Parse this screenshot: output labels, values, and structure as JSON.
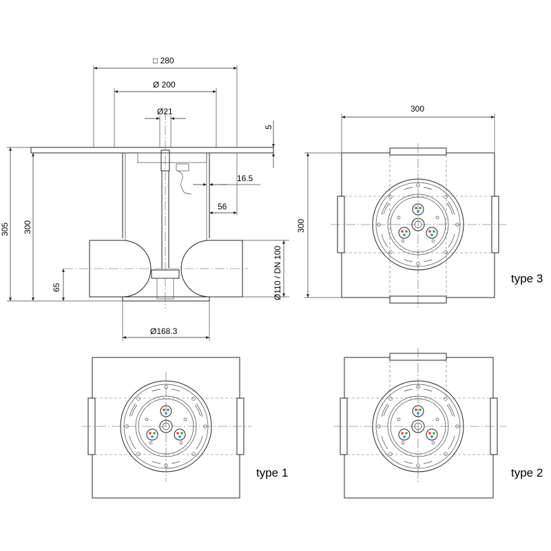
{
  "dimensions": {
    "square_280": "□ 280",
    "dia_200": "Ø 200",
    "dia_21": "Ø21",
    "height_5": "5",
    "offset_16_5": "16.5",
    "offset_56": "56",
    "height_305": "305",
    "height_300_side": "300",
    "height_65": "65",
    "pipe_110": "Ø110 / DN 100",
    "dia_168_3": "Ø168.3",
    "width_300_top": "300",
    "height_300_plan": "300"
  },
  "views": {
    "type1": "type 1",
    "type2": "type 2",
    "type3": "type 3"
  }
}
